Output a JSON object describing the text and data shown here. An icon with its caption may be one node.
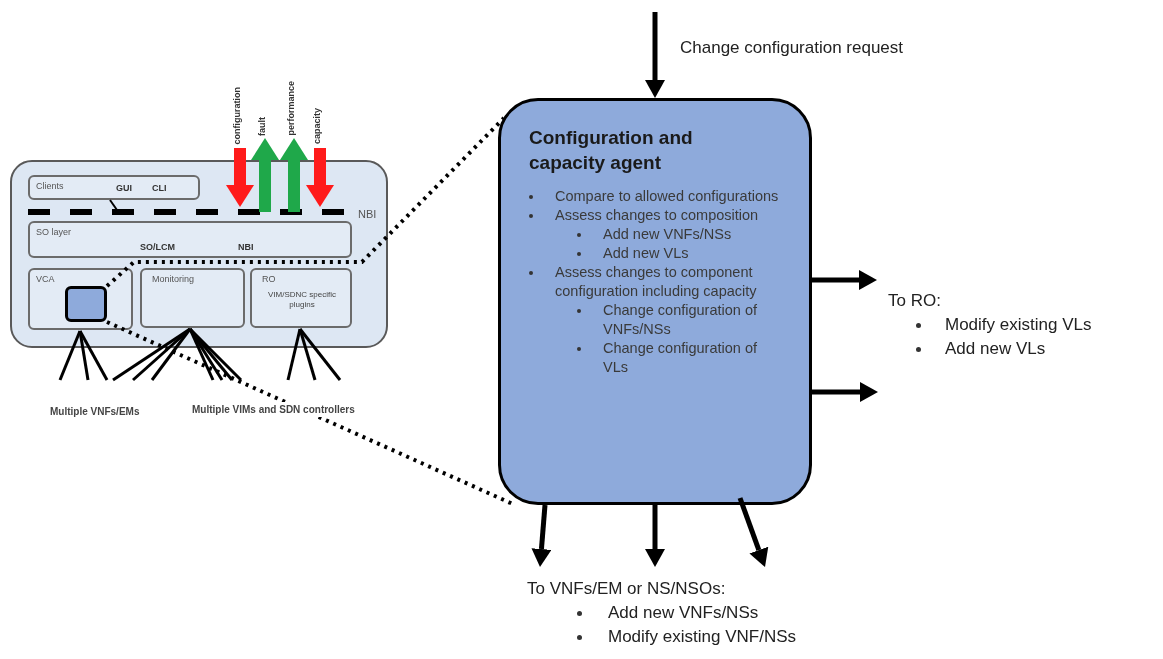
{
  "diagram": {
    "nodes": [
      {
        "text": [],
        "shape": "box"
      },
      {
        "text": [
          "Clients",
          "GUI",
          "CLI"
        ],
        "in": 0
      },
      {
        "text": [
          "SO layer",
          "SO/LCM",
          "NBI"
        ],
        "in": 0
      },
      {
        "text": [
          "VCA"
        ],
        "in": 0
      },
      {
        "text": [],
        "shape": "box",
        "in": 3
      },
      {
        "text": [
          "Monitoring"
        ],
        "in": 0
      },
      {
        "text": [
          "RO",
          "VIM/SDNC specific plugins"
        ],
        "in": 0
      },
      {
        "text": [
          "Configuration and capacity agent",
          "Compare to allowed configurations",
          "Assess changes to composition",
          "Add new VNFs/NSs",
          "Add new VLs",
          "Assess changes to component configuration including capacity",
          "Change configuration of VNFs/NSs",
          "Change configuration of VLs"
        ]
      },
      {
        "text": [
          "To RO:",
          "Modify existing VLs",
          "Add new VLs"
        ]
      },
      {
        "text": [
          "To VNFs/EM or NS/NSOs:",
          "Add new VNFs/NSs",
          "Modify existing VNF/NSs"
        ]
      }
    ],
    "edges": [
      {
        "from": null,
        "to": 7,
        "arrow": "to",
        "label": "Change configuration request"
      },
      {
        "from": null,
        "to": 0,
        "arrow": "to",
        "label": "configuration",
        "style": "thick",
        "color": "#ff1a1a"
      },
      {
        "from": 2,
        "to": null,
        "arrow": "to",
        "label": "fault",
        "style": "thick",
        "color": "#1fa84a"
      },
      {
        "from": 2,
        "to": null,
        "arrow": "to",
        "label": "performance",
        "style": "thick",
        "color": "#1fa84a"
      },
      {
        "from": null,
        "to": 0,
        "arrow": "to",
        "label": "capacity",
        "style": "thick",
        "color": "#ff1a1a"
      },
      {
        "from": 4,
        "to": 7,
        "arrow": "none",
        "style": "dashed"
      },
      {
        "from": 4,
        "to": 7,
        "arrow": "none",
        "style": "dashed"
      },
      {
        "from": 7,
        "to": 8,
        "arrow": "to"
      },
      {
        "from": 7,
        "to": 8,
        "arrow": "to"
      },
      {
        "from": 7,
        "to": 9,
        "arrow": "to"
      },
      {
        "from": 7,
        "to": 9,
        "arrow": "to"
      },
      {
        "from": 7,
        "to": 9,
        "arrow": "to"
      }
    ],
    "labels": [
      "NBI",
      "Multiple VNFs/EMs",
      "Multiple VIMs and SDN controllers"
    ]
  }
}
